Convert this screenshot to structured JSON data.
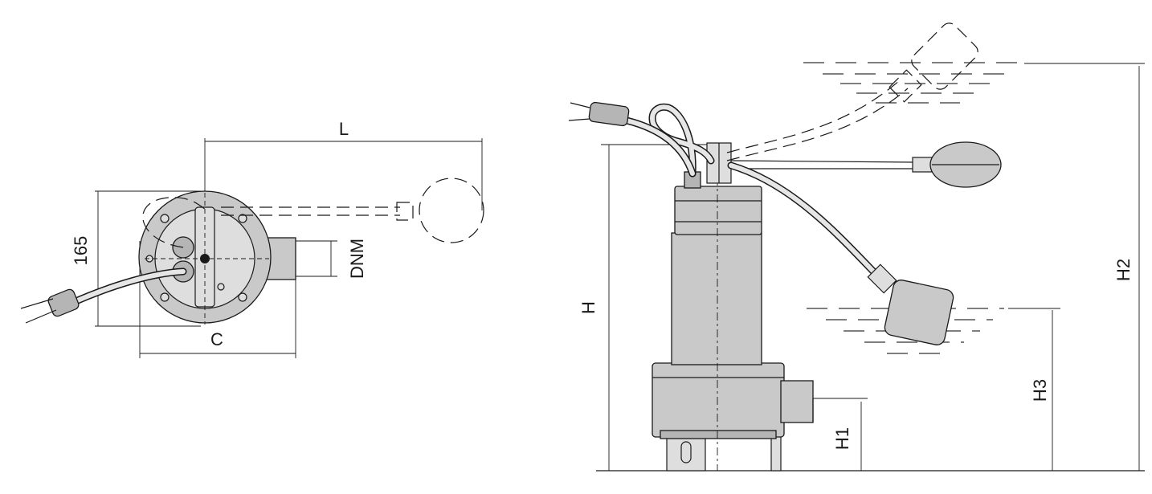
{
  "diagram": {
    "top_view": {
      "labels": {
        "length": "L",
        "width": "165",
        "outlet": "DNM",
        "body": "C"
      }
    },
    "side_view": {
      "labels": {
        "height": "H",
        "outlet_height": "H1",
        "max_level": "H2",
        "min_level": "H3"
      }
    }
  },
  "colors": {
    "line": "#1a1a1a",
    "body_fill": "#c9c9c9",
    "background": "#ffffff"
  }
}
